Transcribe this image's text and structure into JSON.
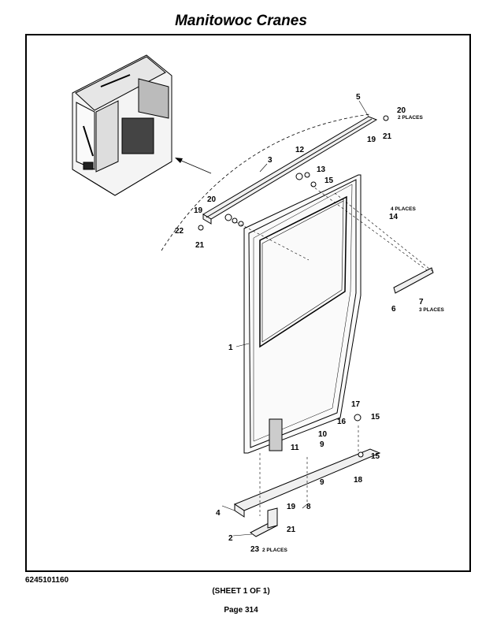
{
  "header": {
    "title": "Manitowoc Cranes"
  },
  "footer": {
    "document_number": "6245101160",
    "sheet": "(SHEET 1 OF 1)",
    "page": "Page 314"
  },
  "callouts": {
    "c1": "1",
    "c2": "2",
    "c3": "3",
    "c4": "4",
    "c5": "5",
    "c6": "6",
    "c7": "7",
    "c8": "8",
    "c9a": "9",
    "c9b": "9",
    "c10": "10",
    "c11": "11",
    "c12": "12",
    "c13": "13",
    "c14": "14",
    "c15a": "15",
    "c15b": "15",
    "c15c": "15",
    "c16": "16",
    "c17": "17",
    "c18": "18",
    "c19a": "19",
    "c19b": "19",
    "c19c": "19",
    "c20a": "20",
    "c20b": "20",
    "c21a": "21",
    "c21b": "21",
    "c21c": "21",
    "c22": "22",
    "c23": "23"
  },
  "notes": {
    "n20": "2 PLACES",
    "n14": "4 PLACES",
    "n7": "3 PLACES",
    "n23": "2 PLACES"
  }
}
